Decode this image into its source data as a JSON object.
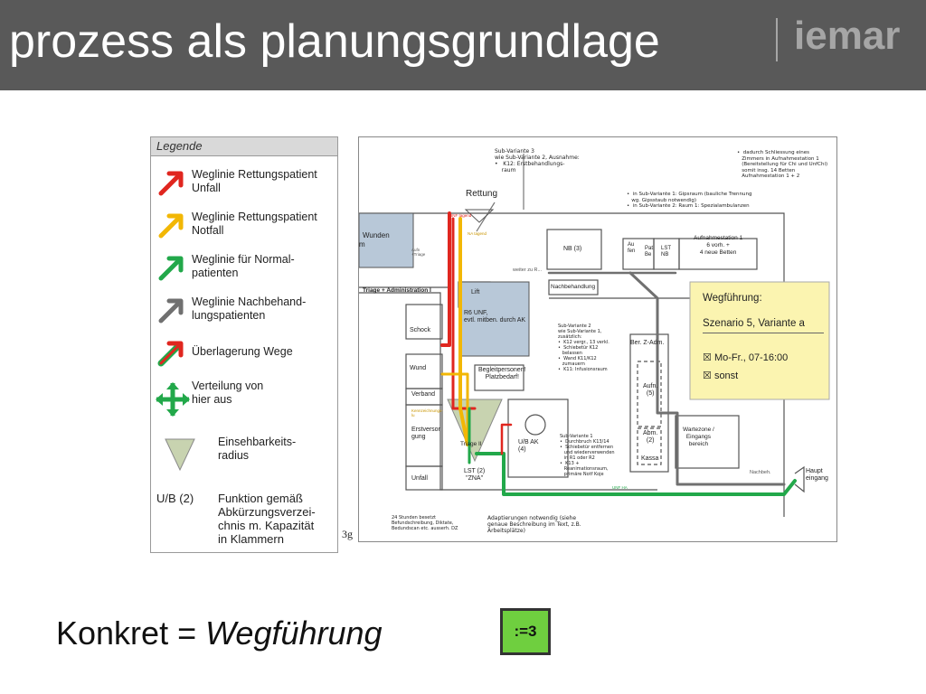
{
  "header": {
    "title": "prozess als planungsgrundlage",
    "logo": "iemar"
  },
  "legend": {
    "title": "Legende",
    "items": [
      {
        "icon": "red-arrow-icon",
        "color": "#e0261f",
        "label": "Weglinie Rettungspatient\nUnfall"
      },
      {
        "icon": "yellow-arrow-icon",
        "color": "#f2b705",
        "label": "Weglinie Rettungspatient\nNotfall"
      },
      {
        "icon": "green-arrow-icon",
        "color": "#22a84a",
        "label": "Weglinie für Normal-\npatienten"
      },
      {
        "icon": "gray-arrow-icon",
        "color": "#707070",
        "label": "Weglinie Nachbehand-\nlungspatienten"
      },
      {
        "icon": "overlap-arrow-icon",
        "color": "#e0261f",
        "label": "Überlagerung Wege"
      },
      {
        "icon": "distribution-cross-icon",
        "color": "#22a84a",
        "label": "Verteilung von\nhier aus"
      },
      {
        "icon": "visibility-triangle-icon",
        "color": "#c8d3b0",
        "label": "Einsehbarkeits-\nradius"
      },
      {
        "icon": "abbreviation-label",
        "label": "Funktion gemäß\nAbkürzungsverzei-\nchnis m. Kapazität\nin Klammern",
        "code": "U/B (2)"
      }
    ]
  },
  "plan": {
    "side_label": "3g",
    "notes": {
      "sub3": "Sub-Variante 3\nwie Sub-Variante 2, Ausnahme:\n•   K12: Erstbehandlungs-\n    raum",
      "topright": "•  dadurch Schliessung eines\n   Zimmers in Aufnahmestation 1\n   (Bereitstellung für Chi und UnfChi)\n   somit insg. 14 Betten\n   Aufnahmestation 1 + 2",
      "gips": "•  in Sub-Variante 1: Gipsraum (bauliche Trennung\n   wg. Gipsstaub notwendig)\n•  in Sub-Variante 2: Raum 1: Spezialambulanzen",
      "sub2": "Sub-Variante 2\nwie Sub-Variante 1,\nzusätzlich:\n•  K12 vergr., 13 verkl.\n•  Schiebetür K12\n   belassen\n•  Wand K11/K12\n   zumauern\n•  K11: Infusionsraum",
      "sub1": "Sub-Variante 1\n•  Durchbruch K13/14\n•  Schiebetür entfernen\n   und wiederverwenden\n   in R1 oder R2\n•  K13 +\n   Reanimationsraum,\n   primäre Notf Koje",
      "bottom_left": "24 Stunden besetzt\nBefundschreibung, Diktate,\nBedundscan etc. ausserh. DZ",
      "bottom_mid": "Adaptierungen notwendig (siehe\ngenaue Beschreibung im Text, z.B.\nArbeitsplätze)"
    },
    "rooms": {
      "rettung": "Rettung",
      "wunden": "Wunden",
      "wunden_cut": "m",
      "triage_admin": "Triage + Administration I",
      "lift": "Lift",
      "r6": "R6 UNF,\nevtl. mitben. durch AK",
      "schock": "Schock",
      "wund": "Wund",
      "verband": "Verband",
      "erstversorgung": "Erstversor\ngung",
      "unfall": "Unfall",
      "begleit": "Begleitpersonen!\nPlatzbedarf!",
      "triage2": "Triage II",
      "lst_zna": "LST (2)\n\"ZNA\"",
      "ub_ak": "U/B AK\n(4)",
      "ber_zadm": "Ber. Z-Adm.",
      "aufn": "Aufn.\n(5)",
      "abm": "Abm.\n(2)",
      "kassa": "Kassa",
      "wartezone": "Wartezone /\nEingangs\nbereich",
      "haupteingang": "Haupt\neingang",
      "nb3": "NB (3)",
      "aufn_small": "Au\nfen",
      "pat": "Pat\nBe",
      "lst_nb": "LST\nNB",
      "aufnahmestation": "Aufnahmestation 1\n6 vorh. +\n4 neue Betten",
      "nachbehandlung": "Nachbehandlung",
      "nachbeh_short": "Nachbeh.",
      "weiter": "weiter zu R...",
      "unf_label": "UNF tagend",
      "na_label": "NA tagend",
      "unf_haus": "UNF HA",
      "aufn_tri": "Aufn\n+Triage",
      "k_label": "Kennzeichnungs-\nlu"
    },
    "wegfuehrung": {
      "title": "Wegführung:",
      "scenario": "Szenario 5, Variante a",
      "option1": "Mo-Fr., 07-16:00",
      "option2": "sonst",
      "check_mark": "☒",
      "box_color": "#fbf4b0"
    }
  },
  "footer": {
    "label": "Konkret = ",
    "emphasis": "Wegführung",
    "badge": ":=3",
    "badge_color": "#6fcf3f"
  }
}
